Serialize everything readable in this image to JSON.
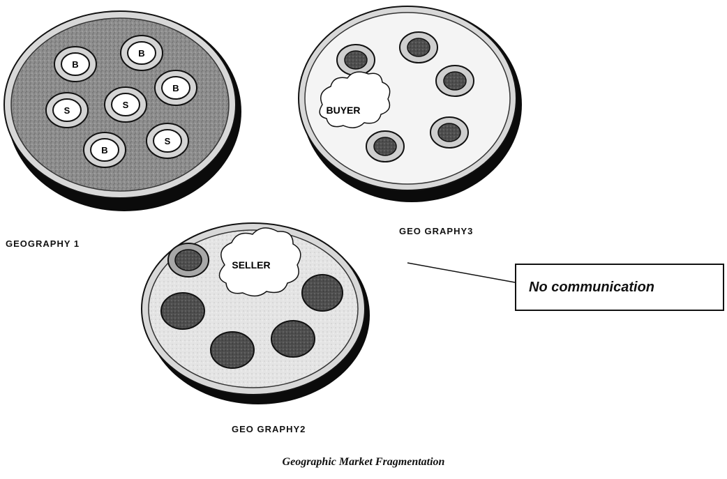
{
  "geographies": {
    "g1": {
      "label": "GEOGRAPHY  1",
      "nodes": [
        "B",
        "B",
        "B",
        "S",
        "S",
        "B",
        "S"
      ]
    },
    "g3": {
      "label": "GEO GRAPHY3",
      "cloud": "BUYER"
    },
    "g2": {
      "label": "GEO GRAPHY2",
      "cloud": "SELLER"
    }
  },
  "callout": {
    "text": "No communication"
  },
  "caption": "Geographic Market Fragmentation",
  "colors": {
    "plate_dark": "#8a8a8a",
    "plate_light": "#e6e6e6",
    "node_dark": "#5a5a5a",
    "ink": "#111111"
  }
}
